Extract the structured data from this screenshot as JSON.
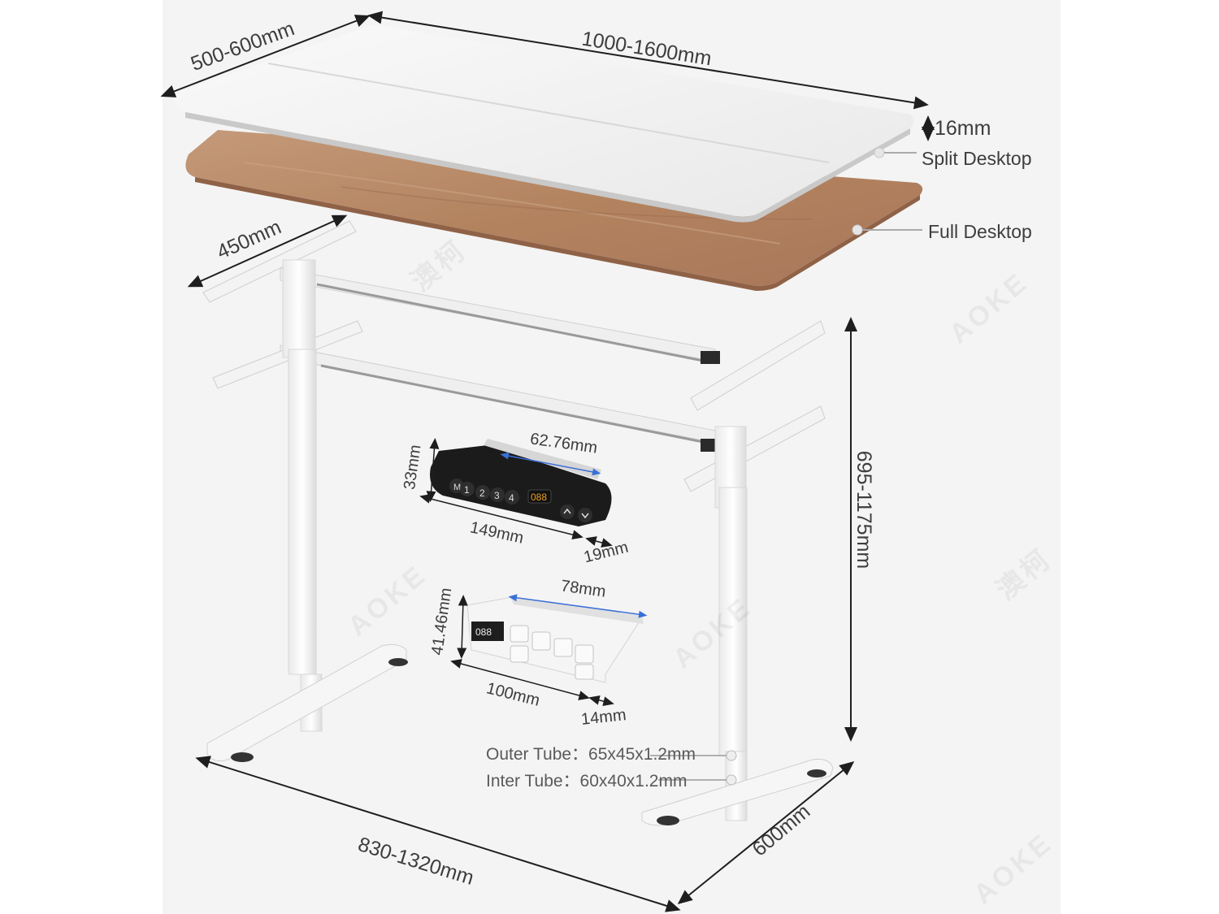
{
  "dimensions": {
    "desk_depth": "500-600mm",
    "desk_width": "1000-1600mm",
    "desk_thickness": "16mm",
    "foot_length": "450mm",
    "height_range": "695-1175mm",
    "frame_width": "830-1320mm",
    "base_depth": "600mm"
  },
  "callouts": {
    "split_desktop": "Split Desktop",
    "full_desktop": "Full Desktop",
    "outer_tube": "Outer Tube：65x45x1.2mm",
    "inter_tube": "Inter Tube：60x40x1.2mm"
  },
  "controller_round": {
    "width": "62.76mm",
    "height": "33mm",
    "length": "149mm",
    "depth": "19mm",
    "keys": [
      "M",
      "1",
      "2",
      "3",
      "4"
    ],
    "display": "088"
  },
  "controller_square": {
    "width": "78mm",
    "height": "41.46mm",
    "length": "100mm",
    "depth": "14mm",
    "display": "088"
  },
  "watermark": {
    "brand": "AOKE",
    "mark": "澳柯"
  },
  "colors": {
    "wood": "#b98a68",
    "white_top": "#f2f2f2",
    "frame": "#f7f7f7",
    "dim_line": "#1e1e1e",
    "blue_dim": "#3a6fd8"
  }
}
